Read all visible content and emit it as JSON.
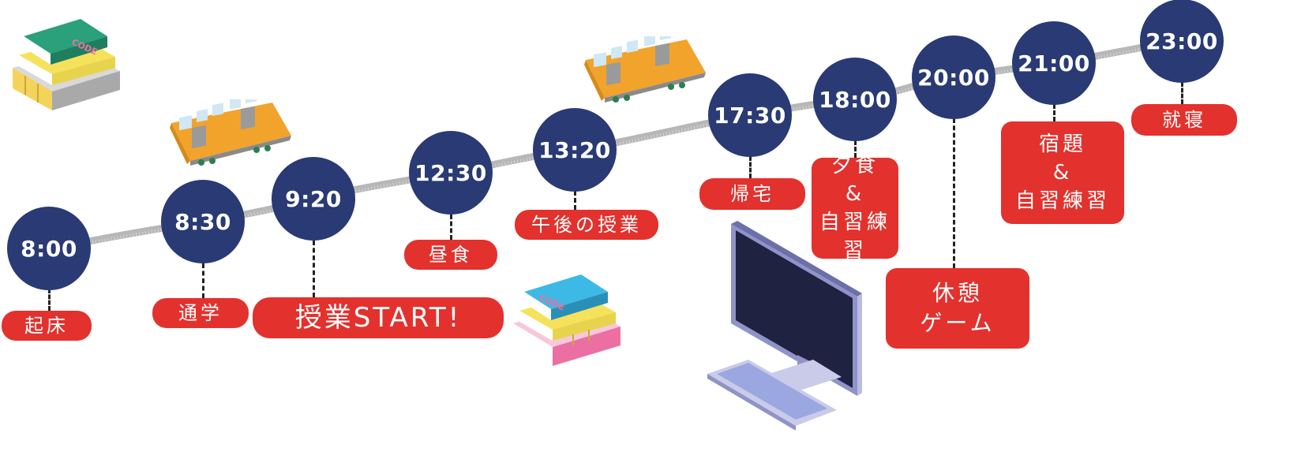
{
  "timeline": [
    {
      "time": "8:00",
      "activity": "起床"
    },
    {
      "time": "8:30",
      "activity": "通学"
    },
    {
      "time": "9:20",
      "activity": "授業START!"
    },
    {
      "time": "12:30",
      "activity": "昼食"
    },
    {
      "time": "13:20",
      "activity": "午後の授業"
    },
    {
      "time": "17:30",
      "activity": "帰宅"
    },
    {
      "time": "18:00",
      "activity": "夕食\n&\n自習練習"
    },
    {
      "time": "20:00",
      "activity": "休憩\nゲーム"
    },
    {
      "time": "21:00",
      "activity": "宿題\n&\n自習練習"
    },
    {
      "time": "23:00",
      "activity": "就寝"
    }
  ],
  "decorations": [
    {
      "icon": "books-stack-icon",
      "book_spine_text": "CODE",
      "colors": [
        "#2aa07b",
        "#f5e25a",
        "#b0b0b0"
      ]
    },
    {
      "icon": "train-icon",
      "color": "#f2a32c"
    },
    {
      "icon": "train-icon",
      "color": "#f2a32c"
    },
    {
      "icon": "books-stack-icon",
      "book_spine_text": "CODE",
      "colors": [
        "#3db9e6",
        "#f5e25a",
        "#ec6fa3"
      ]
    },
    {
      "icon": "desktop-computer-icon",
      "color": "#8f93c7"
    }
  ],
  "colors": {
    "node": "#293a74",
    "label": "#e3312d",
    "path": "#b7b7b7"
  }
}
